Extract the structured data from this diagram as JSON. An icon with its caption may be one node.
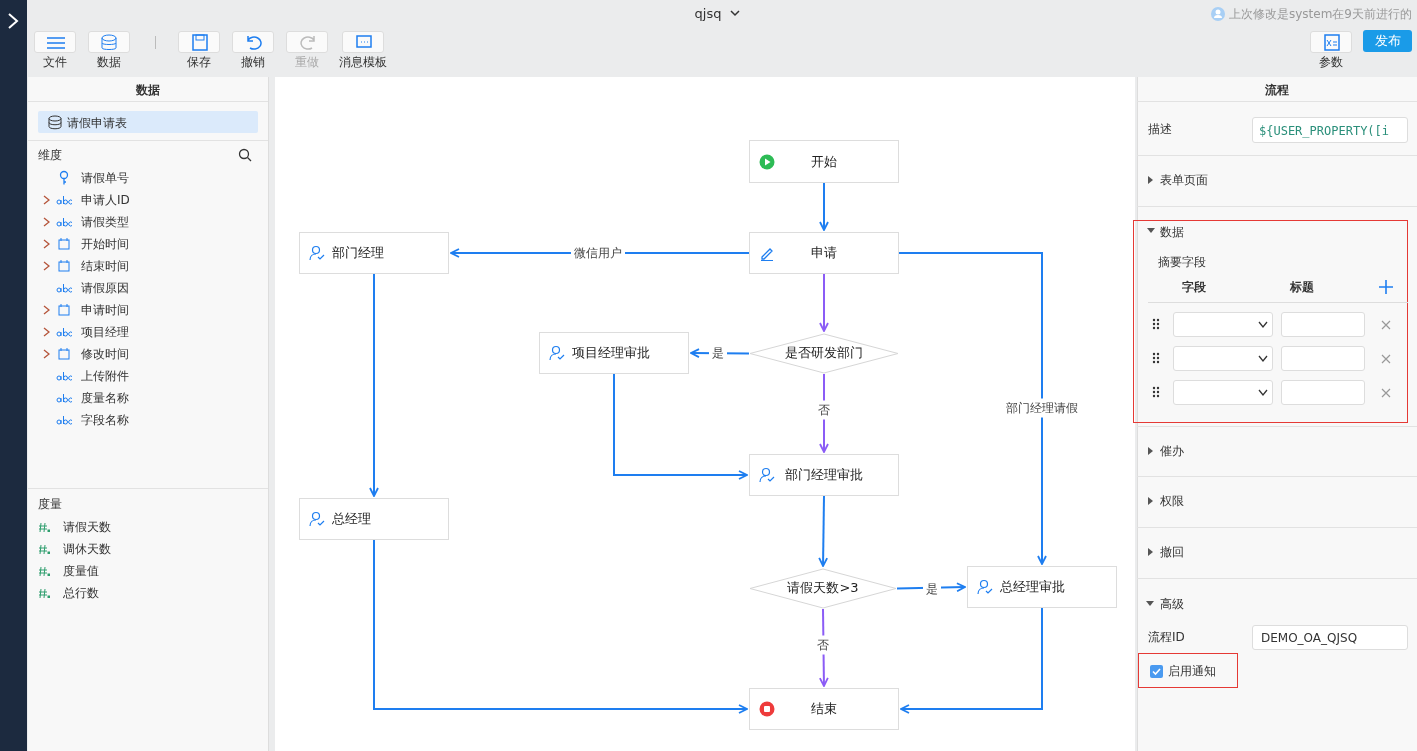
{
  "diagram": {
    "nodes": [
      {
        "text": [
          "开始"
        ]
      },
      {
        "text": [
          "申请"
        ]
      },
      {
        "text": [
          "部门经理"
        ]
      },
      {
        "text": [
          "是否研发部门"
        ]
      },
      {
        "text": [
          "项目经理审批"
        ]
      },
      {
        "text": [
          "部门经理审批"
        ]
      },
      {
        "text": [
          "总经理"
        ]
      },
      {
        "text": [
          "请假天数>3"
        ]
      },
      {
        "text": [
          "总经理审批"
        ]
      },
      {
        "text": [
          "结束"
        ]
      },
      {
        "text": [
          "数据",
          "摘要字段",
          "字段",
          "标题"
        ]
      },
      {
        "text": [
          "启用通知"
        ]
      }
    ],
    "edges": [
      {
        "from": 0,
        "to": 1,
        "arrow": "to"
      },
      {
        "from": 1,
        "to": 2,
        "arrow": "to",
        "label": "微信用户"
      },
      {
        "from": 1,
        "to": 3,
        "arrow": "to",
        "color": "#8b5cf6"
      },
      {
        "from": 3,
        "to": 4,
        "arrow": "to",
        "label": "是"
      },
      {
        "from": 3,
        "to": 5,
        "arrow": "to",
        "label": "否",
        "color": "#8b5cf6"
      },
      {
        "from": 4,
        "to": 5,
        "arrow": "to"
      },
      {
        "from": 1,
        "to": 8,
        "arrow": "to",
        "label": "部门经理请假"
      },
      {
        "from": 2,
        "to": 6,
        "arrow": "to"
      },
      {
        "from": 5,
        "to": 7,
        "arrow": "to"
      },
      {
        "from": 7,
        "to": 8,
        "arrow": "to",
        "label": "是"
      },
      {
        "from": 7,
        "to": 9,
        "arrow": "to",
        "label": "否",
        "color": "#8b5cf6"
      },
      {
        "from": 6,
        "to": 9,
        "arrow": "to"
      },
      {
        "from": 8,
        "to": 9,
        "arrow": "to"
      }
    ],
    "labels": [
      "qjsq",
      "上次修改是system在9天前进行的",
      "文件",
      "数据",
      "保存",
      "撤销",
      "重做",
      "消息模板",
      "参数",
      "发布",
      "数据",
      "请假申请表",
      "维度",
      "请假单号",
      "申请人ID",
      "请假类型",
      "开始时间",
      "结束时间",
      "请假原因",
      "申请时间",
      "项目经理",
      "修改时间",
      "上传附件",
      "度量名称",
      "字段名称",
      "度量",
      "请假天数",
      "调休天数",
      "度量值",
      "总行数",
      "流程",
      "描述",
      "${USER_PROPERTY([i",
      "表单页面",
      "催办",
      "权限",
      "撤回",
      "高级",
      "流程ID",
      "DEMO_OA_QJSQ"
    ]
  }
}
